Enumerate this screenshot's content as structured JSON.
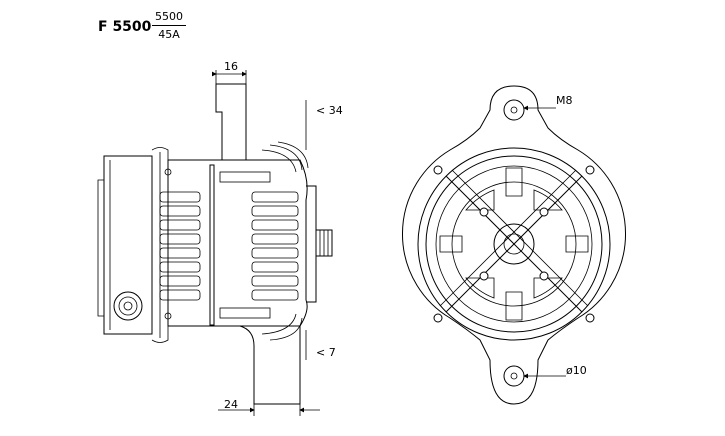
{
  "model": {
    "code": "F 5500",
    "ratio_numerator": "5500",
    "ratio_denominator": "45A"
  },
  "dimensions": {
    "pulley_width": "16",
    "top_offset": "34",
    "bottom_offset": "7",
    "foot_width": "24",
    "thread": "M8",
    "hole_diameter": "ø10"
  }
}
